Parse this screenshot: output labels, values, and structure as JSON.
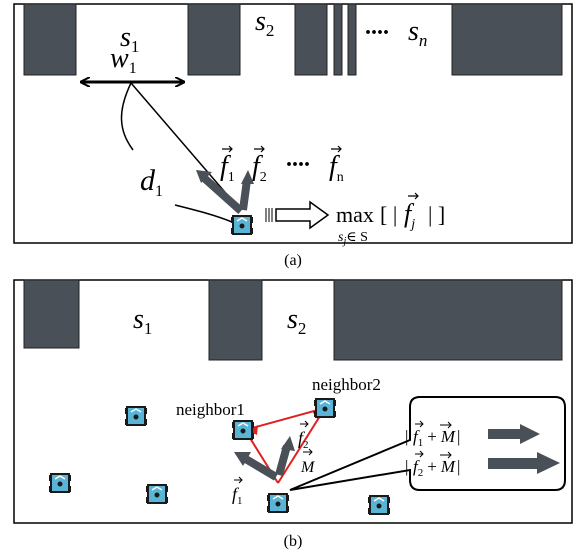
{
  "panel_a": {
    "gap_labels": {
      "s1": "s",
      "s1_sub": "1",
      "s2": "s",
      "s2_sub": "2",
      "sn": "s",
      "sn_sub": "n"
    },
    "dots": "....",
    "width_label": "w",
    "width_sub": "1",
    "distance_label": "d",
    "distance_sub": "1",
    "force_labels": [
      {
        "main": "f",
        "sub": "1"
      },
      {
        "main": "f",
        "sub": "2"
      },
      {
        "main": "f",
        "sub": "n"
      }
    ],
    "force_dots": "....",
    "max_expr": {
      "op": "max",
      "under": "s",
      "under_sub": "j",
      "in": "∈ S",
      "bracket_open": "[ |",
      "f": "f",
      "f_sub": "j",
      "bracket_close": "| ]"
    },
    "caption": "(a)"
  },
  "panel_b": {
    "gap_labels": {
      "s1": "s",
      "s1_sub": "1",
      "s2": "s",
      "s2_sub": "2"
    },
    "neighbor1": "neighbor1",
    "neighbor2": "neighbor2",
    "vector_labels": {
      "f1": "f",
      "f1_sub": "1",
      "f2": "f",
      "f2_sub": "2",
      "M": "M"
    },
    "callout": [
      {
        "open": "|",
        "f": "f",
        "f_sub": "1",
        "plus": "+",
        "M": "M",
        "close": "|"
      },
      {
        "open": "|",
        "f": "f",
        "f_sub": "2",
        "plus": "+",
        "M": "M",
        "close": "|"
      }
    ],
    "caption": "(b)"
  },
  "colors": {
    "obstacle": "#4a5057",
    "robot": "#5ab4d6",
    "link": "#e02020",
    "arrow": "#4a5057"
  }
}
